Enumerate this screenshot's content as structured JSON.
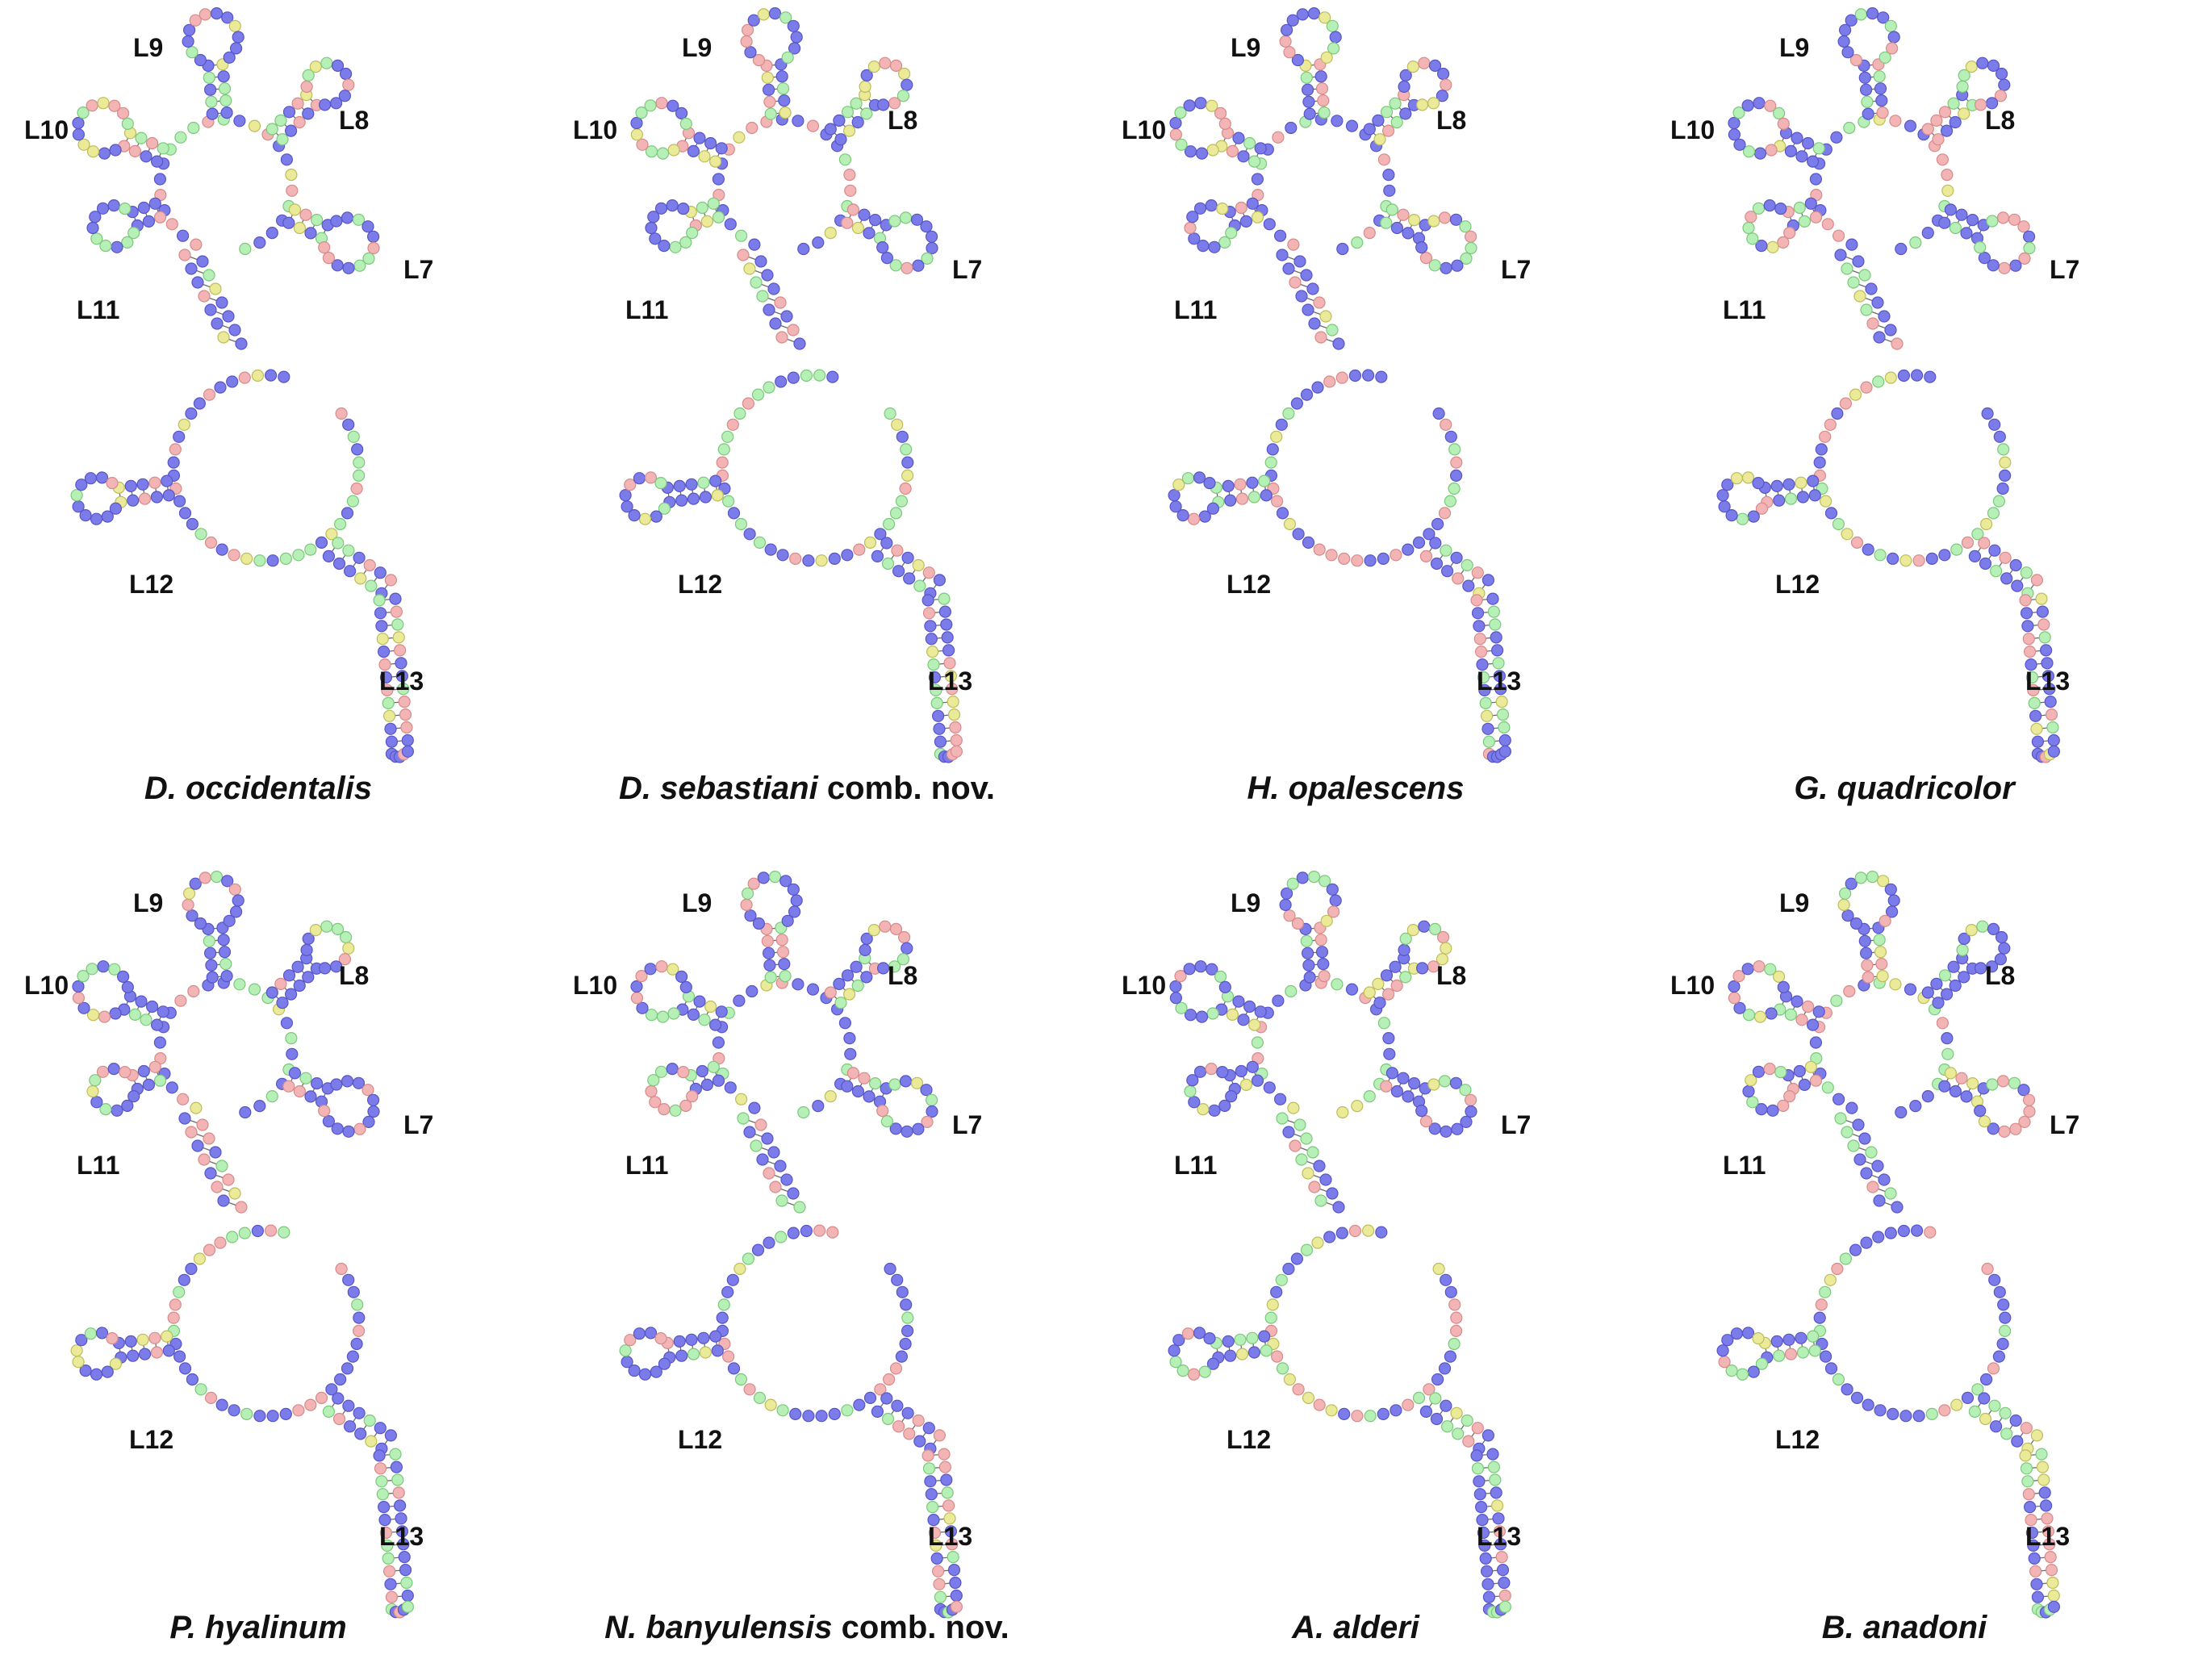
{
  "colors": {
    "blue": "#7b7bea",
    "red": "#f2b4b4",
    "green": "#b6f0b6",
    "yellow": "#eaea98",
    "text": "#111111"
  },
  "panels": [
    {
      "caption_species": "D. occidentalis",
      "caption_suffix": "",
      "labels": [
        "L7",
        "L8",
        "L9",
        "L10",
        "L11",
        "L12",
        "L13"
      ]
    },
    {
      "caption_species": "D. sebastiani",
      "caption_suffix": " comb. nov.",
      "labels": [
        "L7",
        "L8",
        "L9",
        "L10",
        "L11",
        "L12",
        "L13"
      ]
    },
    {
      "caption_species": "H. opalescens",
      "caption_suffix": "",
      "labels": [
        "L7",
        "L8",
        "L9",
        "L10",
        "L11",
        "L12",
        "L13"
      ]
    },
    {
      "caption_species": "G. quadricolor",
      "caption_suffix": "",
      "labels": [
        "L7",
        "L8",
        "L9",
        "L10",
        "L11",
        "L12",
        "L13"
      ]
    },
    {
      "caption_species": "P. hyalinum",
      "caption_suffix": "",
      "labels": [
        "L7",
        "L8",
        "L9",
        "L10",
        "L11",
        "L12",
        "L13"
      ]
    },
    {
      "caption_species": "N. banyulensis",
      "caption_suffix": " comb. nov.",
      "labels": [
        "L7",
        "L8",
        "L9",
        "L10",
        "L11",
        "L12",
        "L13"
      ]
    },
    {
      "caption_species": "A. alderi",
      "caption_suffix": "",
      "labels": [
        "L7",
        "L8",
        "L9",
        "L10",
        "L11",
        "L12",
        "L13"
      ]
    },
    {
      "caption_species": "B. anadoni",
      "caption_suffix": "",
      "labels": [
        "L7",
        "L8",
        "L9",
        "L10",
        "L11",
        "L12",
        "L13"
      ]
    }
  ]
}
